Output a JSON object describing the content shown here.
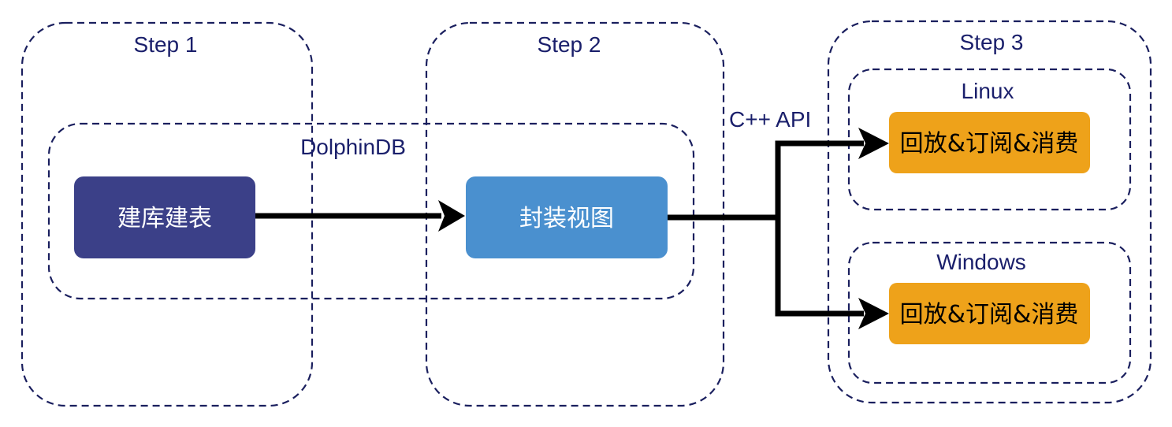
{
  "containers": {
    "step1": {
      "label": "Step 1"
    },
    "step2": {
      "label": "Step 2"
    },
    "step3": {
      "label": "Step 3"
    },
    "dolphindb": {
      "label": "DolphinDB"
    },
    "linux": {
      "label": "Linux"
    },
    "windows": {
      "label": "Windows"
    }
  },
  "nodes": {
    "create_db": {
      "label": "建库建表",
      "fill": "#3b4088",
      "text_color": "#ffffff"
    },
    "wrap_view": {
      "label": "封装视图",
      "fill": "#4a90cf",
      "text_color": "#ffffff"
    },
    "linux_consume": {
      "label": "回放&订阅&消费",
      "fill": "#eea21a",
      "text_color": "#000000"
    },
    "windows_consume": {
      "label": "回放&订阅&消费",
      "fill": "#eea21a",
      "text_color": "#000000"
    }
  },
  "edges": {
    "api_label": "C++ API"
  },
  "colors": {
    "container_border": "#1a1f5e",
    "label_text": "#1a1f6b",
    "edge": "#000000"
  }
}
